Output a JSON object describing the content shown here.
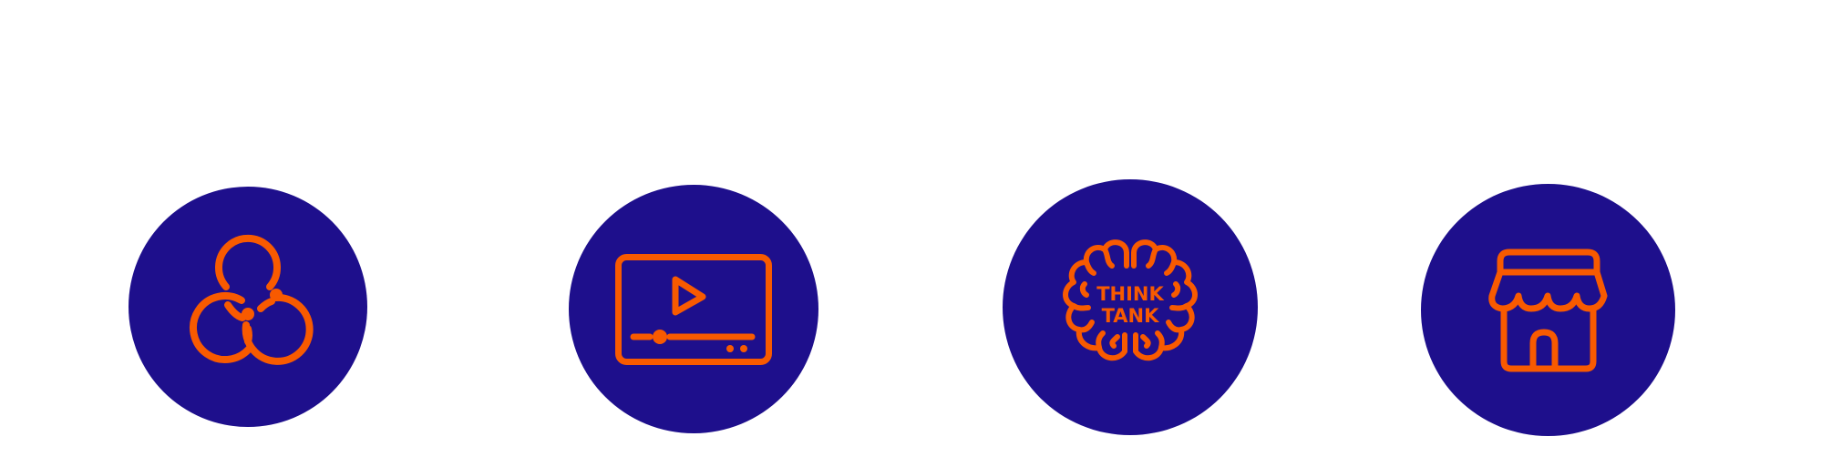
{
  "colors": {
    "background": "#ffffff",
    "circle_fill": "#1e0f8c",
    "icon_stroke": "#f85a00"
  },
  "badges": [
    {
      "id": "venn",
      "icon": "three-overlapping-circles-icon",
      "label": ""
    },
    {
      "id": "video",
      "icon": "video-player-icon",
      "label": ""
    },
    {
      "id": "think-tank",
      "icon": "brain-icon",
      "label_line1": "THINK",
      "label_line2": "TANK"
    },
    {
      "id": "store",
      "icon": "storefront-icon",
      "label": ""
    }
  ]
}
